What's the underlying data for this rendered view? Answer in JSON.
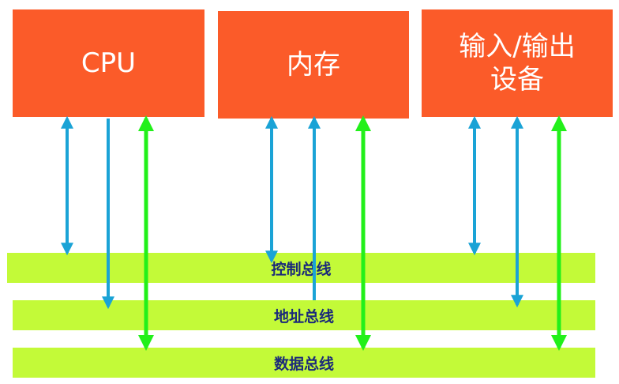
{
  "boxes": {
    "cpu": "CPU",
    "memory": "内存",
    "io": "输入/输出\n设备"
  },
  "buses": {
    "control": "控制总线",
    "address": "地址总线",
    "data": "数据总线"
  },
  "colors": {
    "box": "#fb5b29",
    "bus": "#c3fa38",
    "bus_text": "#1b2a7a",
    "arrow_blue": "#1aa3d6",
    "arrow_green": "#22f01a"
  }
}
